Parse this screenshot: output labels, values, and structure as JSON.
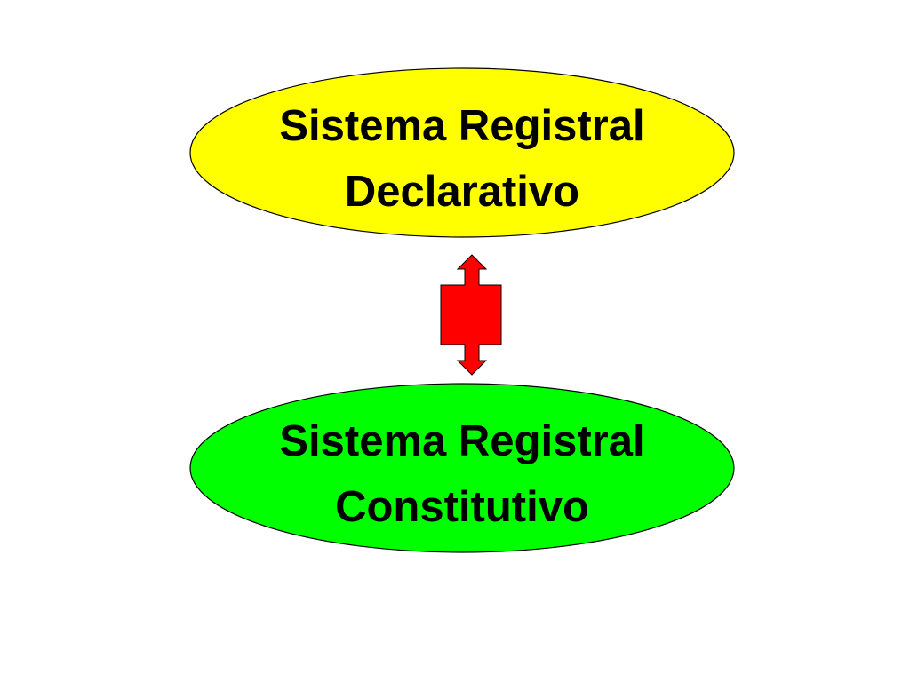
{
  "nodes": [
    {
      "id": "declarativo",
      "lines": [
        "Sistema Registral",
        "Declarativo"
      ],
      "fill": "#ffff00"
    },
    {
      "id": "constitutivo",
      "lines": [
        "Sistema Registral",
        "Constitutivo"
      ],
      "fill": "#00ff00"
    }
  ],
  "connector": {
    "type": "double-arrow",
    "fill": "#ff0000"
  }
}
